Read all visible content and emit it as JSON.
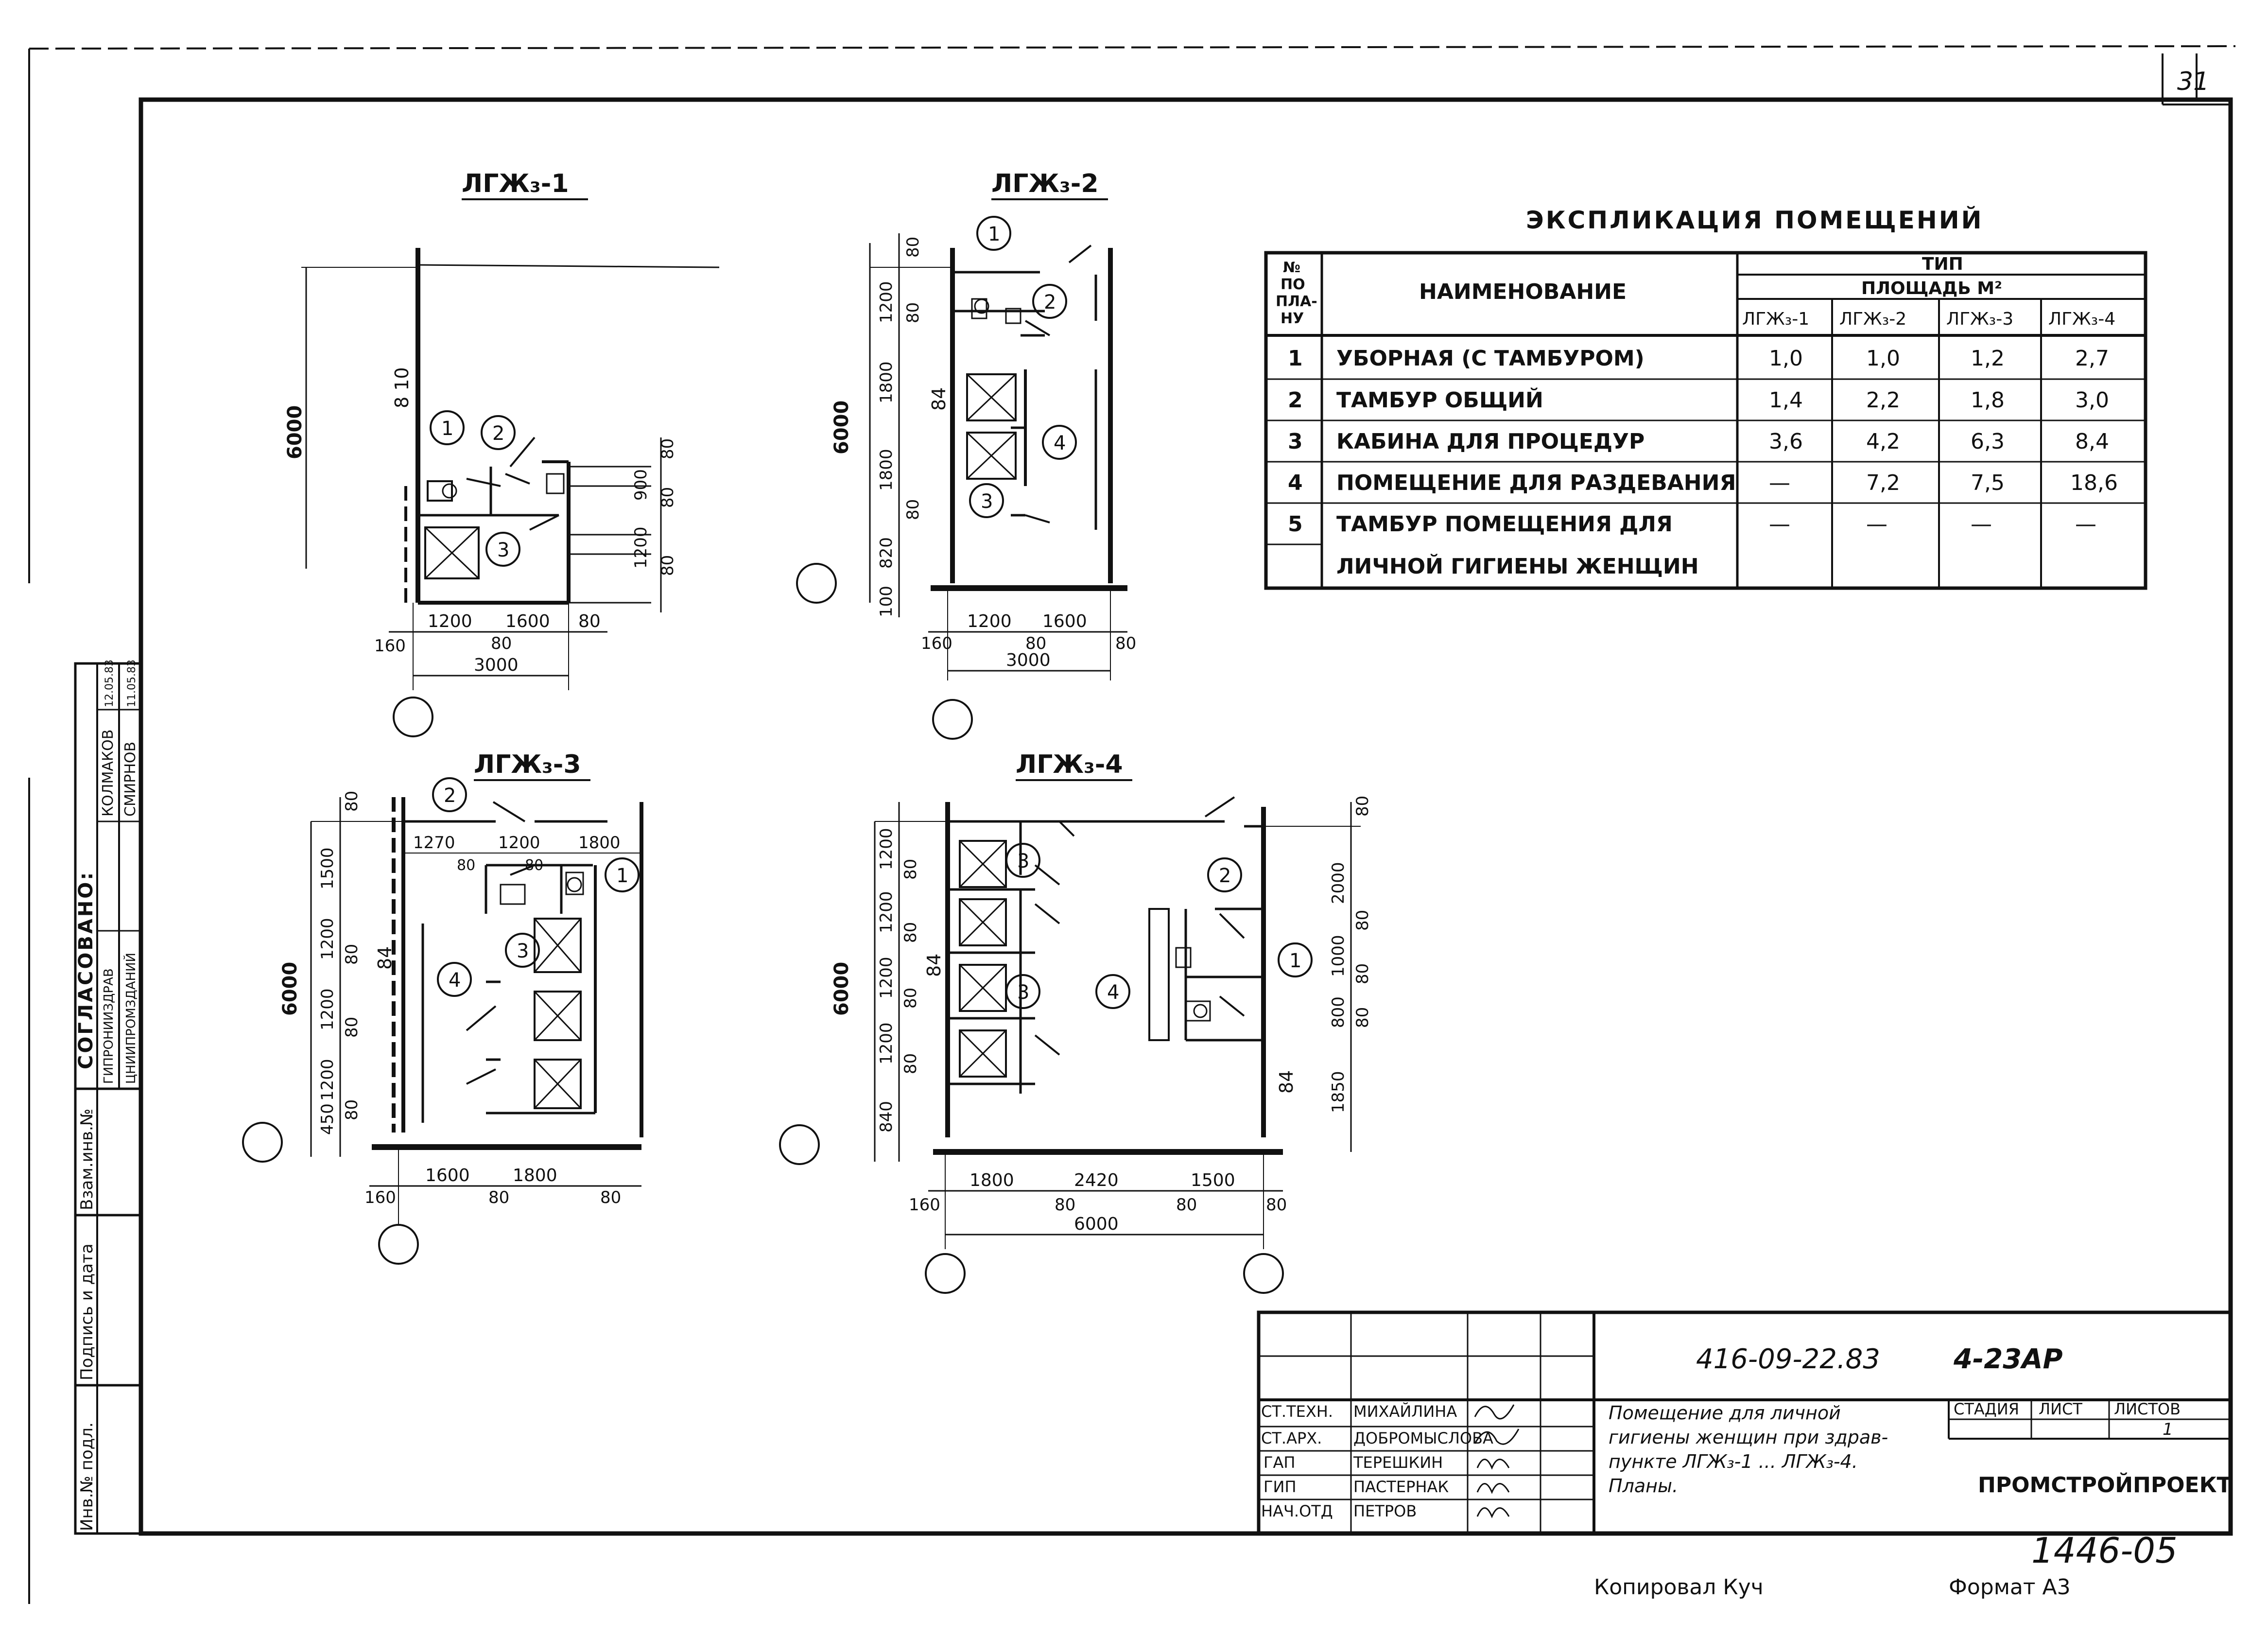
{
  "sheet_number": "31",
  "explication": {
    "title": "ЭКСПЛИКАЦИЯ ПОМЕЩЕНИЙ",
    "head_no": [
      "№",
      "ПО",
      "ПЛА-",
      "НУ"
    ],
    "head_name": "НАИМЕНОВАНИЕ",
    "head_type": "ТИП",
    "head_area": "ПЛОЩАДЬ М²",
    "types": [
      "ЛГЖ₃-1",
      "ЛГЖ₃-2",
      "ЛГЖ₃-3",
      "ЛГЖ₃-4"
    ],
    "rows": [
      {
        "no": "1",
        "name": "УБОРНАЯ (С ТАМБУРОМ)",
        "v": [
          "1,0",
          "1,0",
          "1,2",
          "2,7"
        ]
      },
      {
        "no": "2",
        "name": "ТАМБУР ОБЩИЙ",
        "v": [
          "1,4",
          "2,2",
          "1,8",
          "3,0"
        ]
      },
      {
        "no": "3",
        "name": "КАБИНА ДЛЯ ПРОЦЕДУР",
        "v": [
          "3,6",
          "4,2",
          "6,3",
          "8,4"
        ]
      },
      {
        "no": "4",
        "name": "ПОМЕЩЕНИЕ ДЛЯ РАЗДЕВАНИЯ",
        "v": [
          "—",
          "7,2",
          "7,5",
          "18,6"
        ]
      },
      {
        "no": "5",
        "name": "ТАМБУР ПОМЕЩЕНИЯ ДЛЯ",
        "v": [
          "—",
          "—",
          "—",
          "—"
        ]
      },
      {
        "no": "",
        "name": "ЛИЧНОЙ ГИГИЕНЫ ЖЕНЩИН",
        "v": [
          "",
          "",
          "",
          ""
        ]
      }
    ]
  },
  "plans": {
    "p1": {
      "title": "ЛГЖ₃-1",
      "dims": {
        "d6000": "6000",
        "d810": "8 10",
        "d80a": "80",
        "d900": "900",
        "d80b": "80",
        "d1200v": "1200",
        "d80c": "80",
        "d1200": "1200",
        "d1600": "1600",
        "d80r": "80",
        "d160": "160",
        "d80m": "80",
        "d3000": "3000"
      },
      "marks": [
        "1",
        "2",
        "3"
      ]
    },
    "p2": {
      "title": "ЛГЖ₃-2",
      "dims": {
        "d80t": "80",
        "d1200": "1200",
        "d80a": "80",
        "d1800a": "1800",
        "d84": "84",
        "d1800b": "1800",
        "d80b": "80",
        "d820": "820",
        "d100": "100",
        "d6000": "6000",
        "h1200": "1200",
        "h1600": "1600",
        "h160": "160",
        "h80m": "80",
        "h80r": "80",
        "h3000": "3000"
      },
      "marks": [
        "1",
        "2",
        "3",
        "4"
      ]
    },
    "p3": {
      "title": "ЛГЖ₃-3",
      "dims": {
        "d80t": "80",
        "d1500": "1500",
        "d1200a": "1200",
        "d80a": "80",
        "d1200b": "1200",
        "d80b": "80",
        "d1200c": "1200",
        "d450": "450",
        "d80c": "80",
        "d6000": "6000",
        "d84": "84",
        "t1270": "1270",
        "t1200": "1200",
        "t1800": "1800",
        "t80a": "80",
        "t80b": "80",
        "h1600": "1600",
        "h1800": "1800",
        "h160": "160",
        "h80m": "80",
        "h80r": "80"
      },
      "marks": [
        "1",
        "2",
        "3",
        "4"
      ]
    },
    "p4": {
      "title": "ЛГЖ₃-4",
      "dims": {
        "d1200a": "1200",
        "d80a": "80",
        "d1200b": "1200",
        "d80b": "80",
        "d1200c": "1200",
        "d80c": "80",
        "d1200d": "1200",
        "d80d": "80",
        "d840": "840",
        "d6000v": "6000",
        "d84l": "84",
        "r80t": "80",
        "r2000": "2000",
        "r80a": "80",
        "r1000": "1000",
        "r80b": "80",
        "r800": "800",
        "r80c": "80",
        "r1850": "1850",
        "r84": "84",
        "h1800": "1800",
        "h2420": "2420",
        "h1500": "1500",
        "h160": "160",
        "h80a": "80",
        "h80b": "80",
        "h80r": "80",
        "h6000": "6000"
      },
      "marks": [
        "1",
        "2",
        "3",
        "3",
        "4"
      ]
    }
  },
  "approval": {
    "title": "СОГЛАСОВАНО:",
    "rows": [
      {
        "org": "ГИПРОНИИЗДРАВ",
        "name": "КОЛМАКОВ",
        "date": "12.05.83"
      },
      {
        "org": "ЦНИИПРОМЗДАНИЙ",
        "name": "СМИРНОВ",
        "date": "11.05.83"
      }
    ],
    "inv_cols": [
      "Инв.№ подл.",
      "Подпись и дата",
      "Взам.инв.№"
    ]
  },
  "title_block": {
    "code": "416-09-22.83",
    "sheet_code": "4-23АР",
    "staff": [
      {
        "role": "СТ.ТЕХН.",
        "name": "МИХАЙЛИНА"
      },
      {
        "role": "СТ.АРХ.",
        "name": "ДОБРОМЫСЛОВА"
      },
      {
        "role": "ГАП",
        "name": "ТЕРЕШКИН"
      },
      {
        "role": "ГИП",
        "name": "ПАСТЕРНАК"
      },
      {
        "role": "НАЧ.ОТД",
        "name": "ПЕТРОВ"
      }
    ],
    "description": [
      "Помещение для личной",
      "гигиены женщин при здрав-",
      "пункте ЛГЖ₃-1 ... ЛГЖ₃-4.",
      "Планы."
    ],
    "stage_label": "СТАДИЯ",
    "sheet_label": "ЛИСТ",
    "sheets_label": "ЛИСТОВ",
    "sheets_value": "1",
    "organization": "ПРОМСТРОЙПРОЕКТ"
  },
  "footer": {
    "number": "1446-05",
    "copied": "Копировал Куч",
    "format": "Формат А3"
  }
}
